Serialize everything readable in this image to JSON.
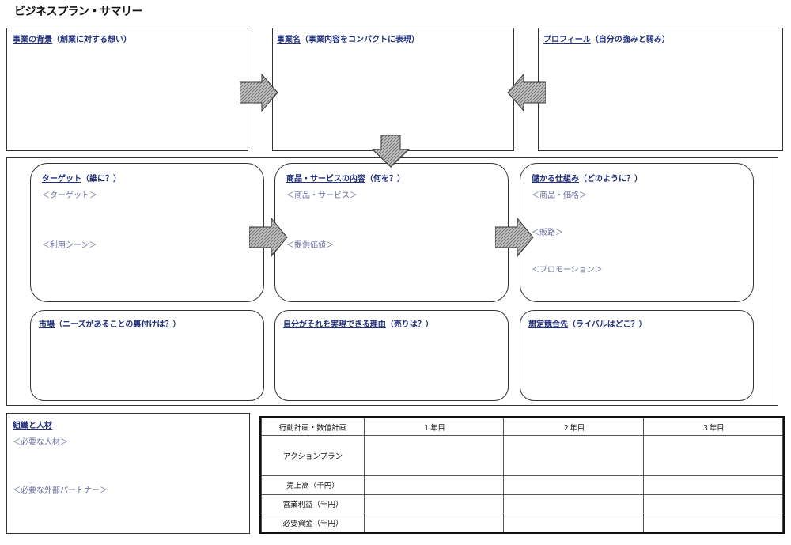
{
  "title": "ビジネスプラン・サマリー",
  "top": {
    "background": {
      "label": "事業の背景",
      "note": "（創業に対する想い）"
    },
    "business_name": {
      "label": "事業名",
      "note": "（事業内容をコンパクトに表現）"
    },
    "profile": {
      "label": "プロフィール",
      "note": "（自分の強みと弱み）"
    }
  },
  "middle": {
    "target": {
      "label": "ターゲット",
      "note": "（誰に？）",
      "items": [
        "＜ターゲット＞",
        "＜利用シーン＞"
      ]
    },
    "product": {
      "label": "商品・サービスの内容",
      "note": "（何を？）",
      "items": [
        "＜商品・サービス＞",
        "＜提供価値＞"
      ]
    },
    "mechanism": {
      "label": "儲かる仕組み",
      "note": "（どのように？）",
      "items": [
        "＜商品・価格＞",
        "＜販路＞",
        "＜プロモーション＞"
      ]
    },
    "market": {
      "label": "市場",
      "note": "（ニーズがあることの裏付けは？）"
    },
    "reason": {
      "label": "自分がそれを実現できる理由",
      "note": "（売りは？）"
    },
    "competition": {
      "label": "想定競合先",
      "note": "（ライバルはどこ？）"
    }
  },
  "organization": {
    "label": "組織と人材",
    "items": [
      "＜必要な人材＞",
      "＜必要な外部パートナー＞"
    ]
  },
  "plan_table": {
    "headers": [
      "行動計画・数値計画",
      "１年目",
      "２年目",
      "３年目"
    ],
    "rows": [
      "アクションプラン",
      "売上高（千円）",
      "営業利益（千円）",
      "必要資金（千円）"
    ]
  },
  "colors": {
    "heading": "#1f2f7a",
    "subtext": "#6a6f9e",
    "arrow_fill": "#a8a8a8"
  }
}
